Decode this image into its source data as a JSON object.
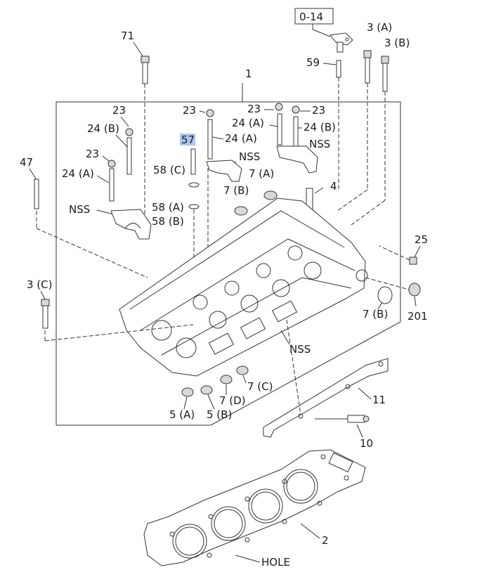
{
  "labels": {
    "ref_box": "0-14",
    "p71": "71",
    "p59": "59",
    "p3a": "3 (A)",
    "p3b": "3 (B)",
    "p1": "1",
    "p23a": "23",
    "p23b": "23",
    "p23c": "23",
    "p23d": "23",
    "p23e": "23",
    "p24b_l": "24 (B)",
    "p24a_l": "24 (A)",
    "p24a_m": "24 (A)",
    "p24a_r": "24 (A)",
    "p24b_r": "24 (B)",
    "p57": "57",
    "p58c": "58 (C)",
    "p58a": "58 (A)",
    "p58b": "58 (B)",
    "p47": "47",
    "nss1": "NSS",
    "nss2": "NSS",
    "nss3": "NSS",
    "nss4": "NSS",
    "p7a": "7 (A)",
    "p7b_top": "7 (B)",
    "p4": "4",
    "p25": "25",
    "p3c": "3 (C)",
    "p7b_r": "7 (B)",
    "p201": "201",
    "p7c": "7 (C)",
    "p7d": "7 (D)",
    "p5a": "5 (A)",
    "p5b": "5 (B)",
    "p11": "11",
    "p10": "10",
    "p2": "2",
    "hole": "HOLE"
  },
  "colors": {
    "highlight": "#a9c6ef",
    "line": "#333333"
  }
}
